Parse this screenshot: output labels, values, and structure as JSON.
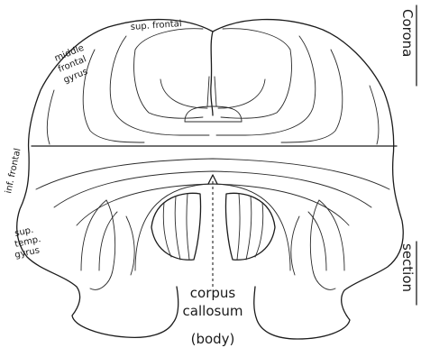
{
  "labels": {
    "sup_frontal": "sup. frontal",
    "middle_frontal_line1": "middle",
    "middle_frontal_line2": "frontal",
    "middle_frontal_line3": "gyrus",
    "inf_frontal": "inf. frontal",
    "sup_temp_line1": "sup.",
    "sup_temp_line2": "temp.",
    "sup_temp_line3": "gyrus",
    "corpus_line1": "corpus",
    "corpus_line2": "callosum",
    "corpus_line3": "(body)",
    "side_top": "Corona",
    "side_bottom": "section"
  }
}
